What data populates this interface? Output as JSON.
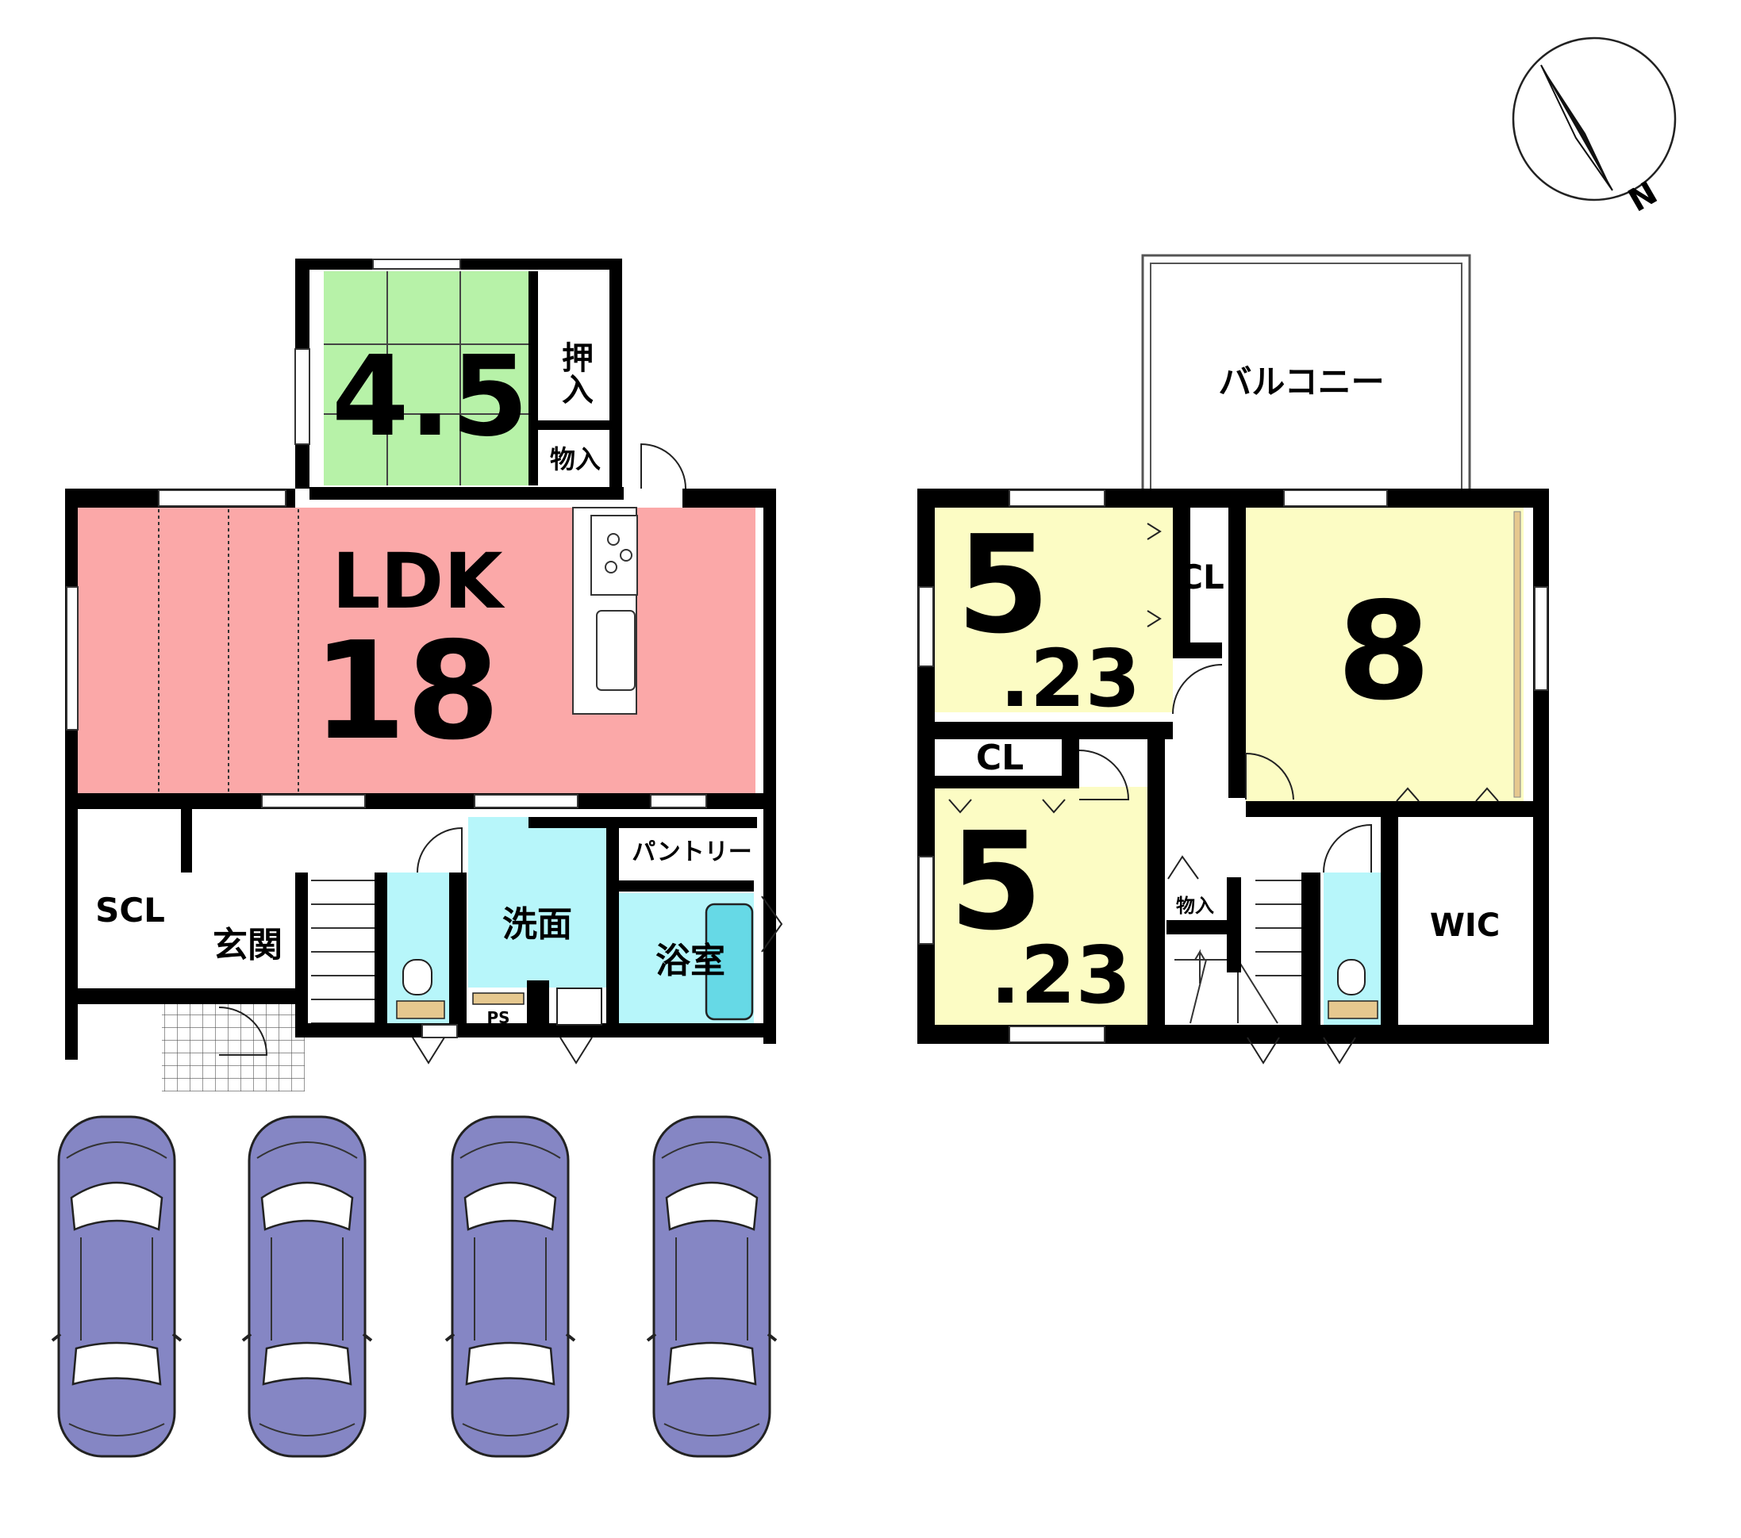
{
  "compass": {
    "label": "N"
  },
  "floor1": {
    "washitsu": {
      "size": "4.5",
      "oshiire": "押入",
      "mono_ire": "物入"
    },
    "ldk": {
      "label": "LDK",
      "size": "18"
    },
    "scl": "SCL",
    "genkan": "玄関",
    "senmen": "洗面",
    "yokushitsu": "浴室",
    "pantry": "パントリー",
    "ps": "PS"
  },
  "floor2": {
    "balcony": "バルコニー",
    "room_a": {
      "int": "5",
      "dec": ".23"
    },
    "room_b": {
      "int": "5",
      "dec": ".23"
    },
    "room_c": {
      "size": "8"
    },
    "cl_upper": "CL",
    "cl_lower": "CL",
    "mono_ire": "物入",
    "wic": "WIC"
  },
  "colors": {
    "washitsu": "#b7f2a8",
    "ldk": "#fba8a8",
    "bedroom": "#fcfcc4",
    "wet": "#b7f6fa",
    "car": "#8586c4"
  }
}
